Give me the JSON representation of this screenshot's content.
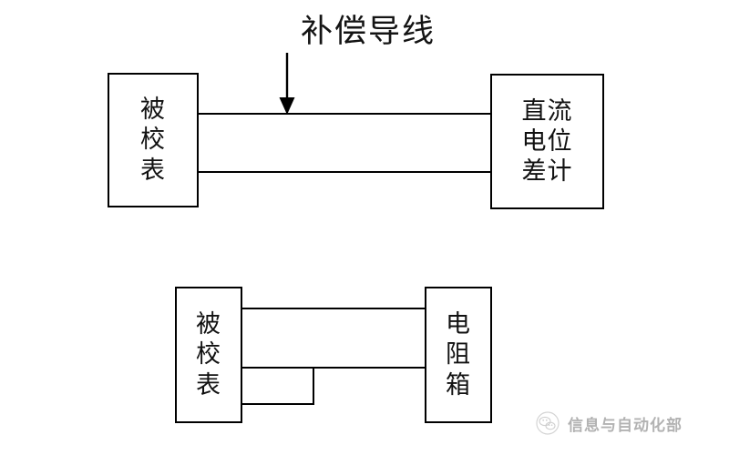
{
  "figure": {
    "title_annotation": "补偿导线",
    "background_color": "#ffffff",
    "line_color": "#000000",
    "text_color": "#111111"
  },
  "diagram_top": {
    "name": "thermocouple-potentiometer-calibration",
    "left_box": {
      "label": "被\n校\n表"
    },
    "right_box": {
      "label": "直流\n电位\n差计"
    },
    "wires": [
      {
        "name": "upper-compensating-wire"
      },
      {
        "name": "lower-compensating-wire"
      }
    ],
    "annotation": {
      "label": "补偿导线",
      "arrow": "down-arrow"
    }
  },
  "diagram_bottom": {
    "name": "rtd-resistance-box-calibration",
    "left_box": {
      "label": "被\n校\n表"
    },
    "right_box": {
      "label": "电\n阻\n箱"
    },
    "wires": [
      {
        "name": "upper-lead-wire"
      },
      {
        "name": "middle-lead-wire"
      },
      {
        "name": "lower-lead-wire-shorting-link"
      }
    ]
  },
  "watermark": {
    "text": "信息与自动化部",
    "logo": "wechat-logo",
    "color": "#4a4a4a"
  }
}
